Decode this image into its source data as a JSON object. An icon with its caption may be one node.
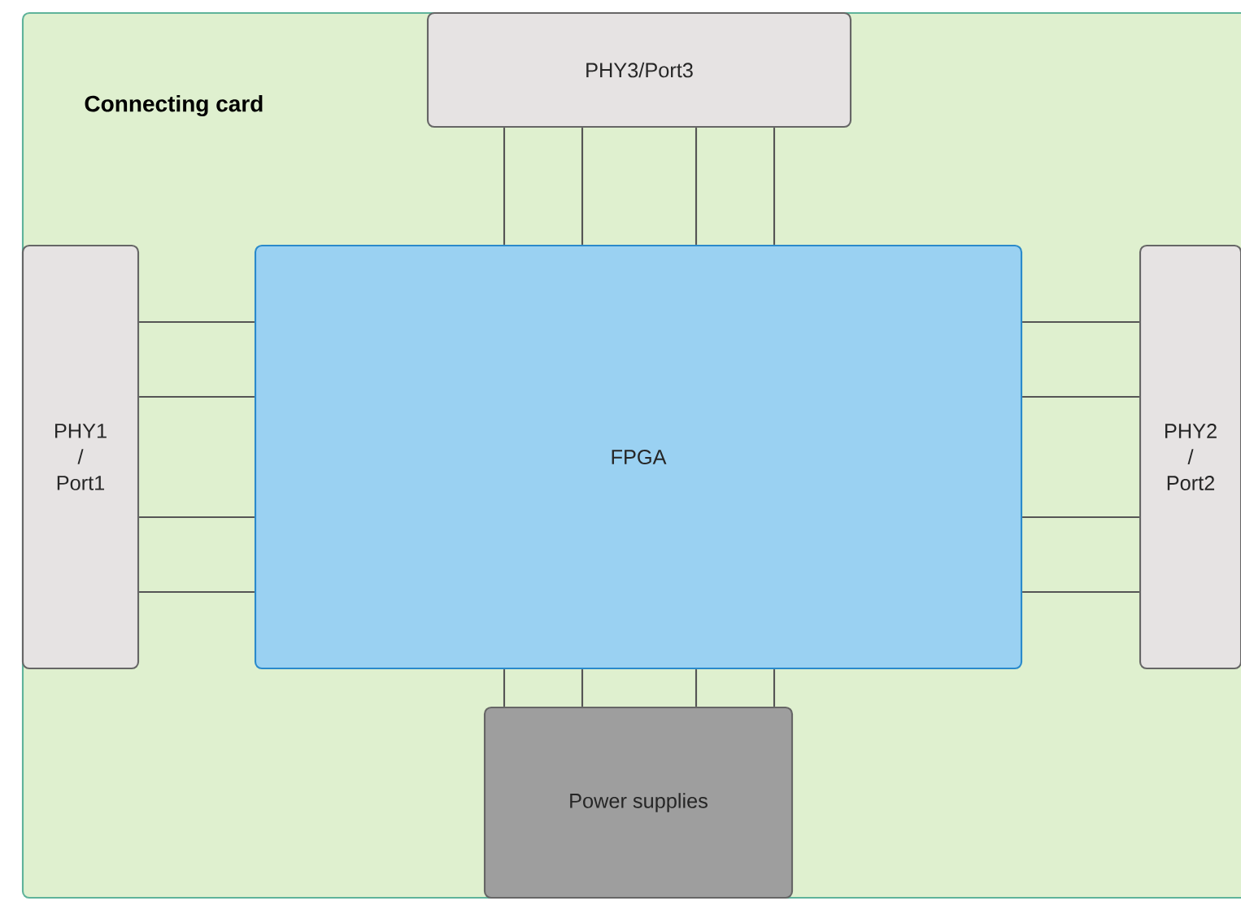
{
  "diagram": {
    "nodes": [
      {
        "text": [
          "Connecting card"
        ]
      },
      {
        "text": [
          "PHY3/Port3"
        ],
        "in": 0
      },
      {
        "text": [
          "PHY1 / Port1"
        ],
        "in": 0
      },
      {
        "text": [
          "FPGA"
        ],
        "in": 0
      },
      {
        "text": [
          "PHY2 / Port2"
        ],
        "in": 0
      },
      {
        "text": [
          "Power supplies"
        ],
        "in": 0
      }
    ],
    "edges": [
      {
        "from": 1,
        "to": 3,
        "arrow": "none"
      },
      {
        "from": 1,
        "to": 3,
        "arrow": "none"
      },
      {
        "from": 1,
        "to": 3,
        "arrow": "none"
      },
      {
        "from": 1,
        "to": 3,
        "arrow": "none"
      },
      {
        "from": 2,
        "to": 3,
        "arrow": "none"
      },
      {
        "from": 2,
        "to": 3,
        "arrow": "none"
      },
      {
        "from": 2,
        "to": 3,
        "arrow": "none"
      },
      {
        "from": 2,
        "to": 3,
        "arrow": "none"
      },
      {
        "from": 3,
        "to": 4,
        "arrow": "none"
      },
      {
        "from": 3,
        "to": 4,
        "arrow": "none"
      },
      {
        "from": 3,
        "to": 4,
        "arrow": "none"
      },
      {
        "from": 3,
        "to": 4,
        "arrow": "none"
      },
      {
        "from": 3,
        "to": 5,
        "arrow": "none"
      },
      {
        "from": 3,
        "to": 5,
        "arrow": "none"
      },
      {
        "from": 3,
        "to": 5,
        "arrow": "none"
      },
      {
        "from": 3,
        "to": 5,
        "arrow": "none"
      }
    ]
  }
}
